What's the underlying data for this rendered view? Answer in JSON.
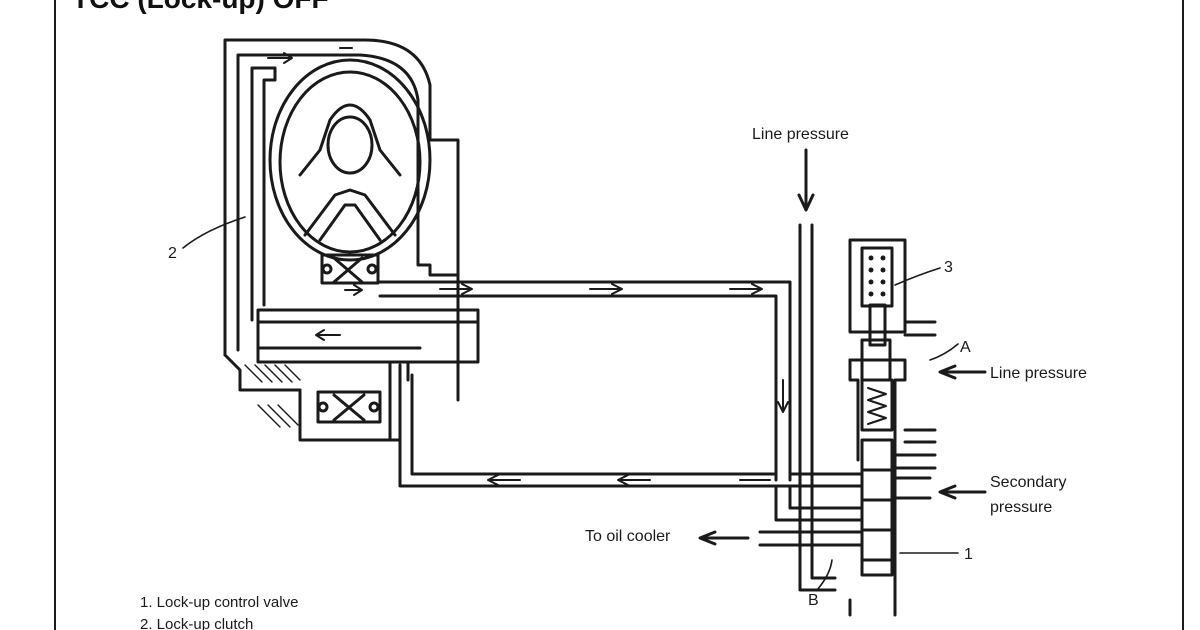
{
  "title": "TCC (Lock-up) OFF",
  "labels": {
    "line_pressure_top": "Line pressure",
    "line_pressure_right": "Line pressure",
    "secondary_pressure_1": "Secondary",
    "secondary_pressure_2": "pressure",
    "to_oil_cooler": "To oil cooler",
    "port_a": "A",
    "port_b": "B",
    "callout_1": "1",
    "callout_2": "2",
    "callout_3": "3"
  },
  "legend": [
    "1. Lock-up control valve",
    "2. Lock-up clutch"
  ],
  "colors": {
    "ink": "#1a1a1a",
    "background": "#ffffff"
  }
}
